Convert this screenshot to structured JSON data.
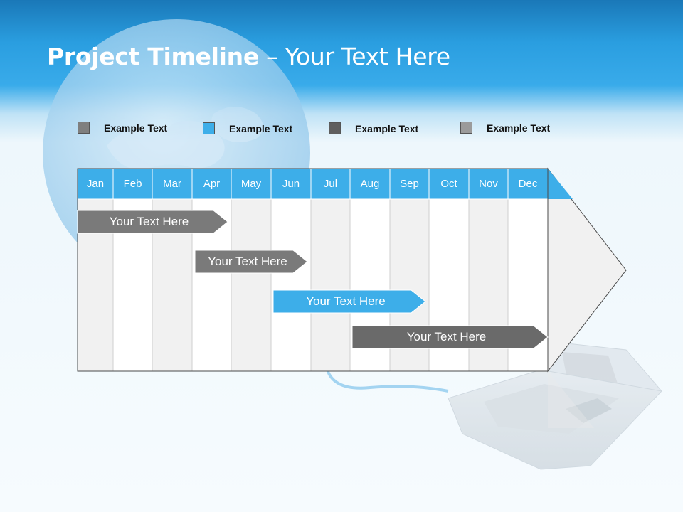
{
  "title": {
    "bold": "Project Timeline",
    "rest": " – Your Text Here"
  },
  "legend": [
    {
      "label": "Example Text",
      "color": "#7f7f7f"
    },
    {
      "label": "Example Text",
      "color": "#3daee9"
    },
    {
      "label": "Example Text",
      "color": "#5f5f5f"
    },
    {
      "label": "Example Text",
      "color": "#9b9b9b"
    }
  ],
  "months": [
    "Jan",
    "Feb",
    "Mar",
    "Apr",
    "May",
    "Jun",
    "Jul",
    "Aug",
    "Sep",
    "Oct",
    "Nov",
    "Dec"
  ],
  "tasks": [
    {
      "label": "Your  Text Here",
      "start_month": "Jan",
      "end_month": "Apr",
      "color": "#7a7a7a"
    },
    {
      "label": "Your  Text Here",
      "start_month": "Apr",
      "end_month": "Jun",
      "color": "#7a7a7a"
    },
    {
      "label": "Your  Text Here",
      "start_month": "Jun",
      "end_month": "Sep",
      "color": "#3daee9"
    },
    {
      "label": "Your  Text Here",
      "start_month": "Aug",
      "end_month": "Dec",
      "color": "#6a6a6a"
    }
  ],
  "colors": {
    "accent": "#3daee9",
    "header": "#1a78b8"
  }
}
